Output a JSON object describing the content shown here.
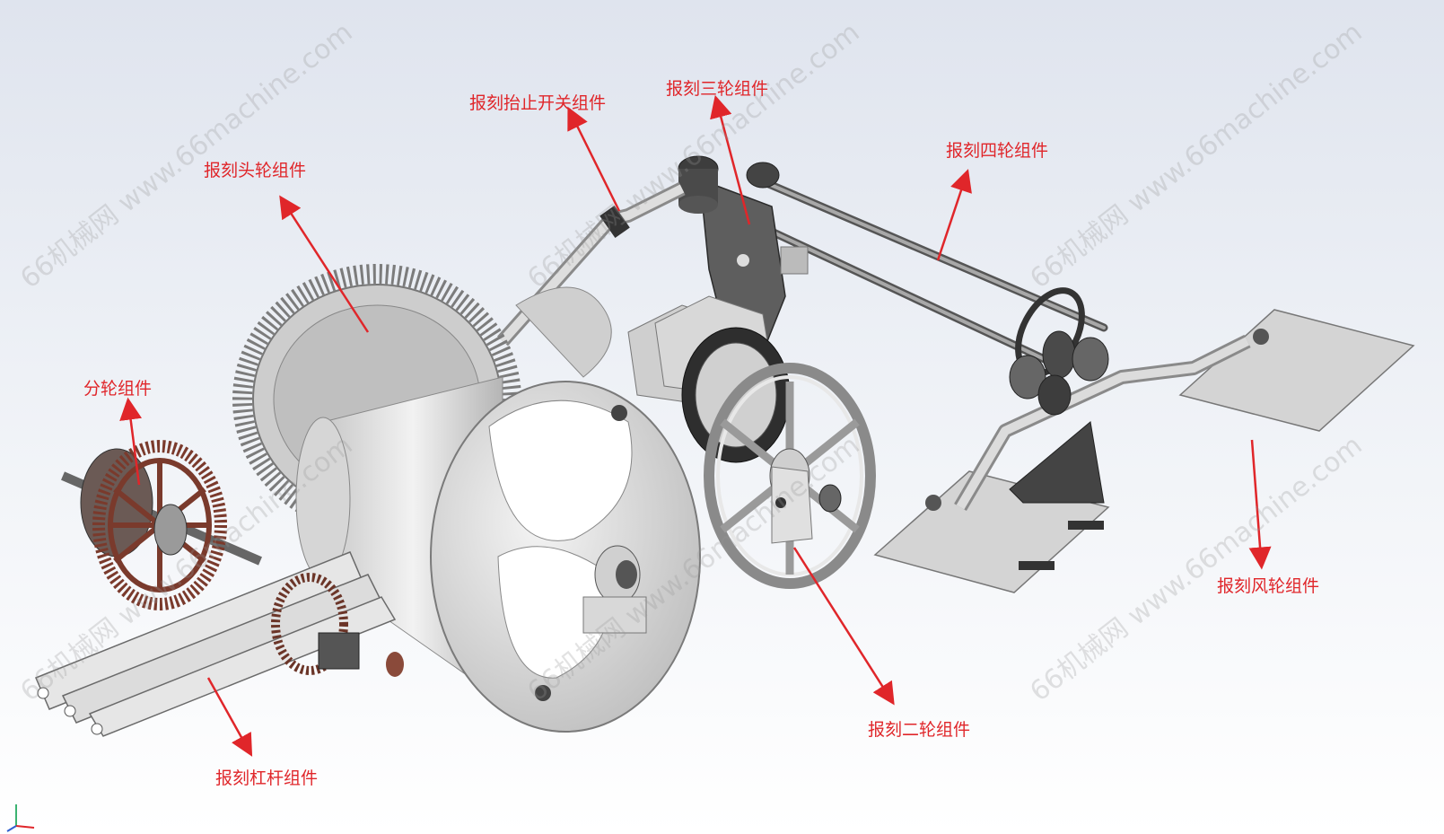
{
  "labels": {
    "lift_switch": "报刻抬止开关组件",
    "third_wheel": "报刻三轮组件",
    "fourth_wheel": "报刻四轮组件",
    "head_wheel": "报刻头轮组件",
    "divider_wheel": "分轮组件",
    "lever": "报刻杠杆组件",
    "second_wheel": "报刻二轮组件",
    "wind_wheel": "报刻风轮组件"
  },
  "watermark": "66机械网 www.66machine.com",
  "colors": {
    "annotation": "#e0262a",
    "metal": "#d9d9d9",
    "dark_part": "#5a5a5a",
    "copper_gear": "#7a3a2c"
  }
}
